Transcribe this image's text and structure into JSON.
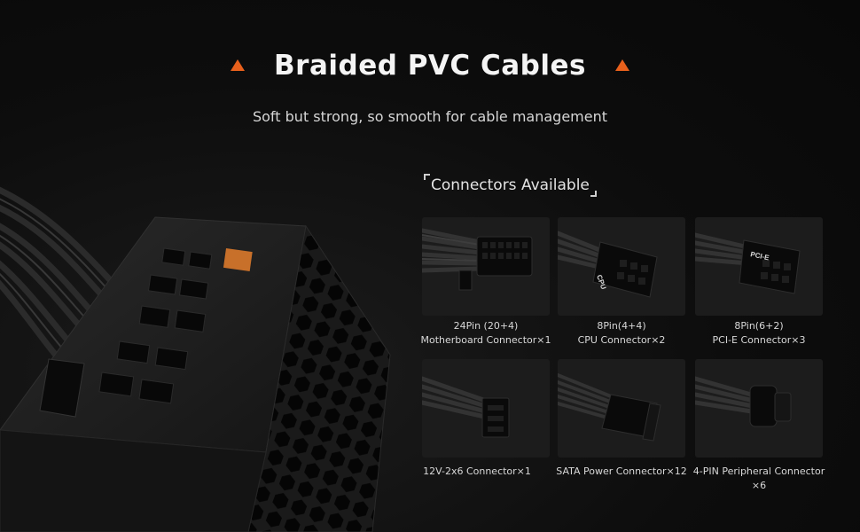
{
  "header": {
    "title": "Braided PVC Cables",
    "subtitle": "Soft but strong, so smooth for cable management",
    "accent_color": "#e8601c"
  },
  "connectors": {
    "heading": "Connectors Available",
    "items": [
      {
        "line1": "24Pin (20+4)",
        "line2": "Motherboard Connector×1"
      },
      {
        "line1": "8Pin(4+4)",
        "line2": "CPU Connector×2",
        "label_on_plug": "CPU"
      },
      {
        "line1": "8Pin(6+2)",
        "line2": "PCI-E Connector×3",
        "label_on_plug": "PCI-E"
      },
      {
        "line1": "12V-2x6 Connector×1",
        "line2": ""
      },
      {
        "line1": "SATA Power Connector×12",
        "line2": ""
      },
      {
        "line1": "4-PIN Peripheral Connector",
        "line2": "×6"
      }
    ]
  },
  "product": {
    "icon": "psu-unit-illustration"
  }
}
